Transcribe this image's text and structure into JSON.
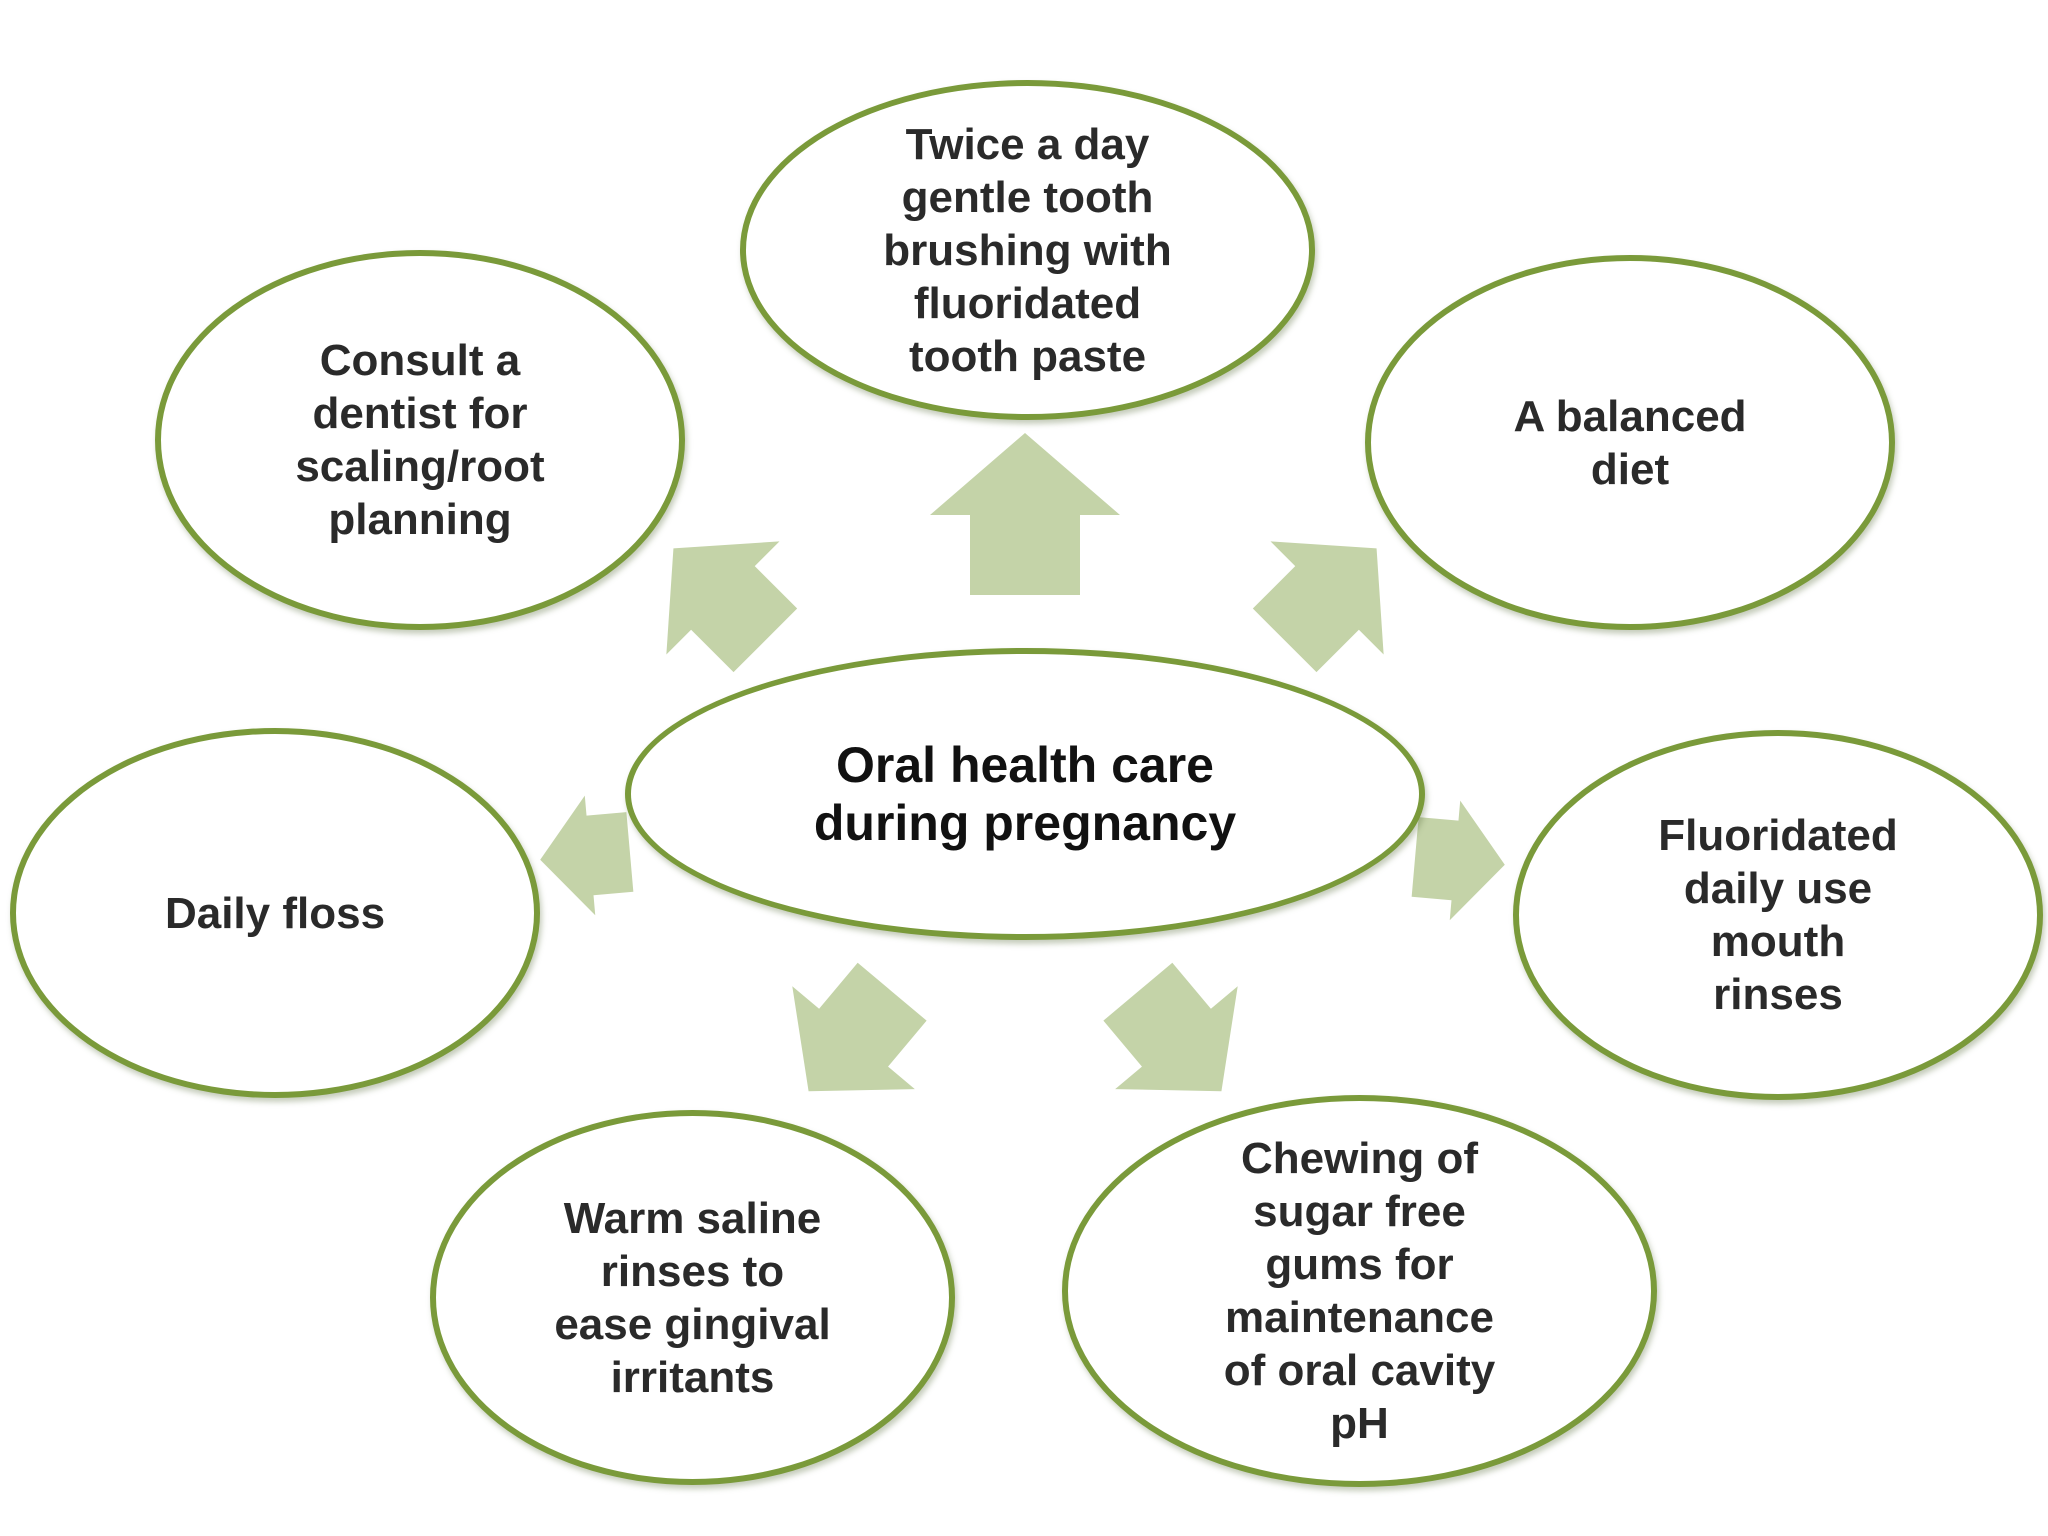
{
  "diagram": {
    "center": {
      "label": "Oral health care\nduring pregnancy"
    },
    "nodes": [
      {
        "id": "top",
        "label": "Twice a day\ngentle tooth\nbrushing with\nfluoridated\ntooth paste"
      },
      {
        "id": "top-right",
        "label": "A balanced\ndiet"
      },
      {
        "id": "right",
        "label": "Fluoridated\ndaily use\nmouth\nrinses"
      },
      {
        "id": "bottom-right",
        "label": "Chewing  of\nsugar free\ngums for\nmaintenance\nof oral cavity\npH"
      },
      {
        "id": "bottom-left",
        "label": "Warm saline\nrinses to\nease gingival\nirritants"
      },
      {
        "id": "left",
        "label": "Daily floss"
      },
      {
        "id": "top-left",
        "label": "Consult a\ndentist for\nscaling/root\nplanning"
      }
    ],
    "colors": {
      "node_border": "#7a9a3a",
      "arrow_fill": "#c4d3a8",
      "text": "#2a2a2a"
    }
  }
}
